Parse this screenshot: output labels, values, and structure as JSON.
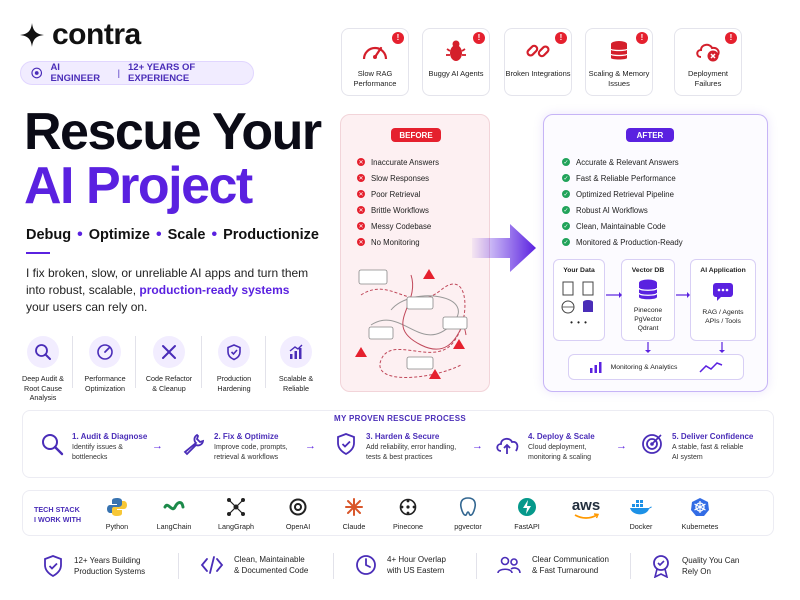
{
  "brand": {
    "name": "contra"
  },
  "pill": {
    "role": "AI ENGINEER",
    "separator": "|",
    "experience": "12+ YEARS OF EXPERIENCE"
  },
  "hero": {
    "line1": "Rescue Your",
    "line2": "AI Project",
    "tagline": [
      "Debug",
      "Optimize",
      "Scale",
      "Productionize"
    ],
    "tagline_sep": "•",
    "desc_pre": "I fix broken, slow, or unreliable AI apps and turn them into robust, scalable,",
    "desc_highlight": "production-ready systems",
    "desc_post": "your users can rely on."
  },
  "services": [
    {
      "label": "Deep Audit & Root Cause Analysis",
      "icon": "magnifier-icon"
    },
    {
      "label": "Performance Optimization",
      "icon": "speedometer-icon"
    },
    {
      "label": "Code Refactor & Cleanup",
      "icon": "tools-icon"
    },
    {
      "label": "Production Hardening",
      "icon": "shield-icon"
    },
    {
      "label": "Scalable & Reliable",
      "icon": "growth-chart-icon"
    }
  ],
  "problems": [
    {
      "label": "Slow RAG Performance",
      "icon": "gauge-icon",
      "badge": "!"
    },
    {
      "label": "Buggy AI Agents",
      "icon": "bug-icon",
      "badge": "!"
    },
    {
      "label": "Broken Integrations",
      "icon": "broken-link-icon",
      "badge": "!"
    },
    {
      "label": "Scaling & Memory Issues",
      "icon": "database-icon",
      "badge": "!"
    },
    {
      "label": "Deployment Failures",
      "icon": "cloud-error-icon",
      "badge": "!"
    }
  ],
  "before": {
    "tag": "BEFORE",
    "items": [
      "Inaccurate Answers",
      "Slow Responses",
      "Poor Retrieval",
      "Brittle Workflows",
      "Messy Codebase",
      "No Monitoring"
    ],
    "mark": "✕"
  },
  "after": {
    "tag": "AFTER",
    "items": [
      "Accurate & Relevant Answers",
      "Fast & Reliable Performance",
      "Optimized Retrieval Pipeline",
      "Robust AI Workflows",
      "Clean, Maintainable Code",
      "Monitored & Production-Ready"
    ],
    "mark": "✓",
    "arch": {
      "your_data": "Your Data",
      "your_data_more": "• • •",
      "vector_db": "Vector DB",
      "vector_db_items": [
        "Pinecone",
        "PgVector",
        "Qdrant"
      ],
      "ai_app": "AI Application",
      "ai_app_items": [
        "RAG / Agents",
        "APIs / Tools"
      ],
      "monitoring": "Monitoring & Analytics"
    }
  },
  "process": {
    "title": "MY PROVEN RESCUE PROCESS",
    "steps": [
      {
        "title": "1. Audit & Diagnose",
        "desc1": "Identify issues &",
        "desc2": "bottlenecks",
        "icon": "search-icon"
      },
      {
        "title": "2. Fix & Optimize",
        "desc1": "Improve code, prompts,",
        "desc2": "retrieval & workflows",
        "icon": "wrench-icon"
      },
      {
        "title": "3. Harden & Secure",
        "desc1": "Add reliability, error handling,",
        "desc2": "tests & best practices",
        "icon": "shield-check-icon"
      },
      {
        "title": "4. Deploy & Scale",
        "desc1": "Cloud deployment,",
        "desc2": "monitoring & scaling",
        "icon": "cloud-upload-icon"
      },
      {
        "title": "5. Deliver Confidence",
        "desc1": "A stable, fast & reliable",
        "desc2": "AI system",
        "icon": "target-icon"
      }
    ]
  },
  "stack": {
    "title_line1": "TECH STACK",
    "title_line2": "I WORK WITH",
    "items": [
      {
        "label": "Python",
        "icon": "python-icon"
      },
      {
        "label": "LangChain",
        "icon": "langchain-icon"
      },
      {
        "label": "LangGraph",
        "icon": "langgraph-icon"
      },
      {
        "label": "OpenAI",
        "icon": "openai-icon"
      },
      {
        "label": "Claude",
        "icon": "claude-icon"
      },
      {
        "label": "Pinecone",
        "icon": "pinecone-icon"
      },
      {
        "label": "pgvector",
        "icon": "pgvector-icon"
      },
      {
        "label": "FastAPI",
        "icon": "fastapi-icon"
      },
      {
        "label": "",
        "icon": "aws-icon",
        "logo_text": "aws"
      },
      {
        "label": "Docker",
        "icon": "docker-icon"
      },
      {
        "label": "Kubernetes",
        "icon": "kubernetes-icon"
      }
    ]
  },
  "features": [
    {
      "line1": "12+ Years Building",
      "line2": "Production Systems",
      "icon": "shield-check-icon"
    },
    {
      "line1": "Clean, Maintainable",
      "line2": "& Documented Code",
      "icon": "code-icon"
    },
    {
      "line1": "4+ Hour Overlap",
      "line2": "with US Eastern",
      "icon": "clock-icon"
    },
    {
      "line1": "Clear Communication",
      "line2": "& Fast Turnaround",
      "icon": "people-icon"
    },
    {
      "line1": "Quality You Can",
      "line2": "Rely On",
      "icon": "award-icon"
    }
  ],
  "colors": {
    "accent": "#5a21e0",
    "error": "#e5202e",
    "success": "#21a35a",
    "before_bg": "#fdf0f2",
    "after_border": "#c6b4f6"
  }
}
